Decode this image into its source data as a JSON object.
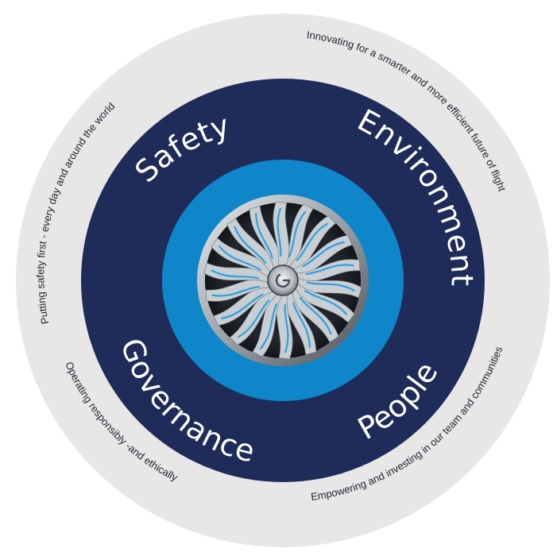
{
  "diagram": {
    "colors": {
      "outer_ring": "#e8e6e6",
      "navy_ring": "#1f2c59",
      "blue_ring": "#0e86c9",
      "white": "#ffffff",
      "outer_text": "#1f2430"
    },
    "pillars": {
      "safety": "Safety",
      "environment": "Environment",
      "governance": "Governance",
      "people": "People"
    },
    "commitments": {
      "safety": "Putting safety first - every day and around the world",
      "environment": "Innovating for a smarter and more efficient future of flight",
      "governance": "Operating responsibly -and ethically",
      "people": "Empowering and investing in our team and communities"
    },
    "center_image": "jet-engine-fan-icon"
  }
}
